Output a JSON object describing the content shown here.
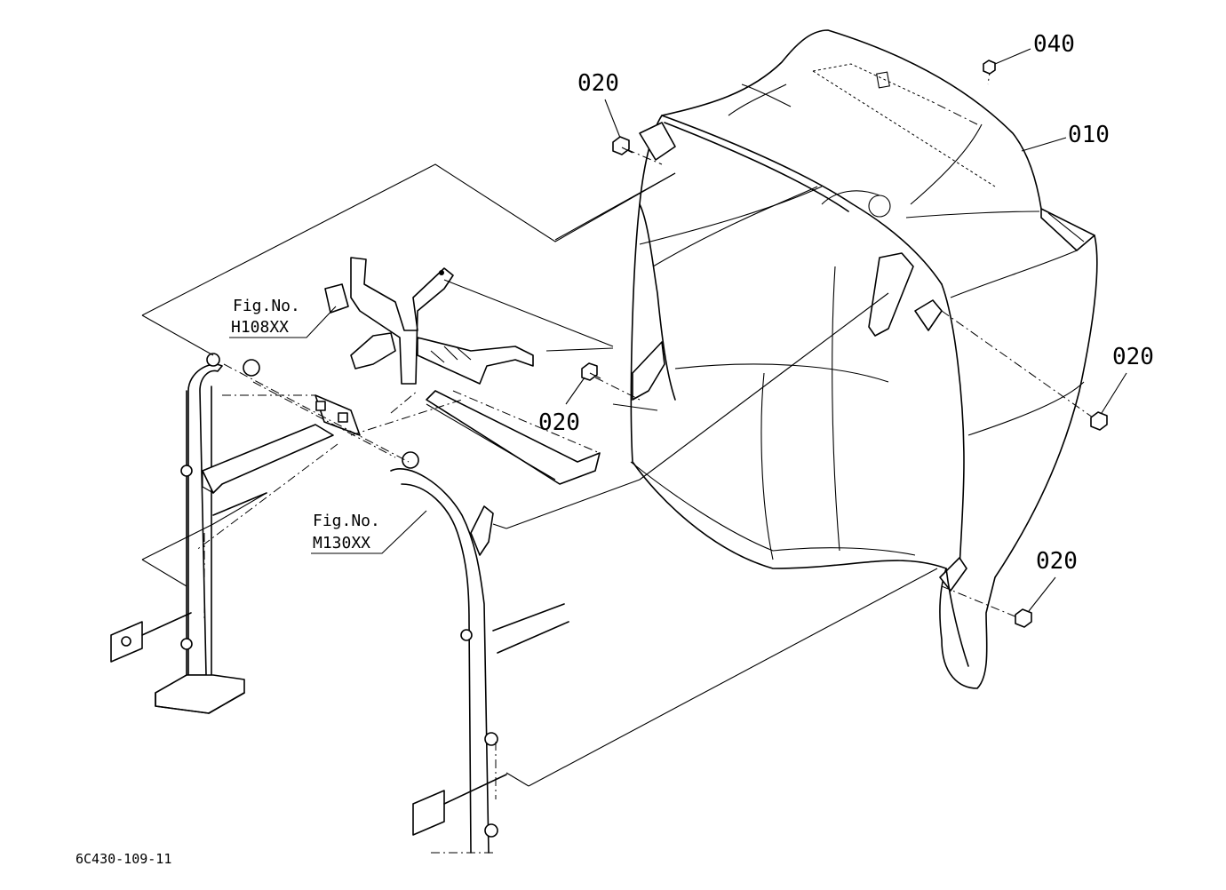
{
  "callouts": {
    "c010": "010",
    "c020_top": "020",
    "c020_mid": "020",
    "c020_right": "020",
    "c020_bottom": "020",
    "c040": "040"
  },
  "references": {
    "h108_label": "Fig.No.",
    "h108_code": "H108XX",
    "m130_label": "Fig.No.",
    "m130_code": "M130XX"
  },
  "drawing_code": "6C430-109-11"
}
